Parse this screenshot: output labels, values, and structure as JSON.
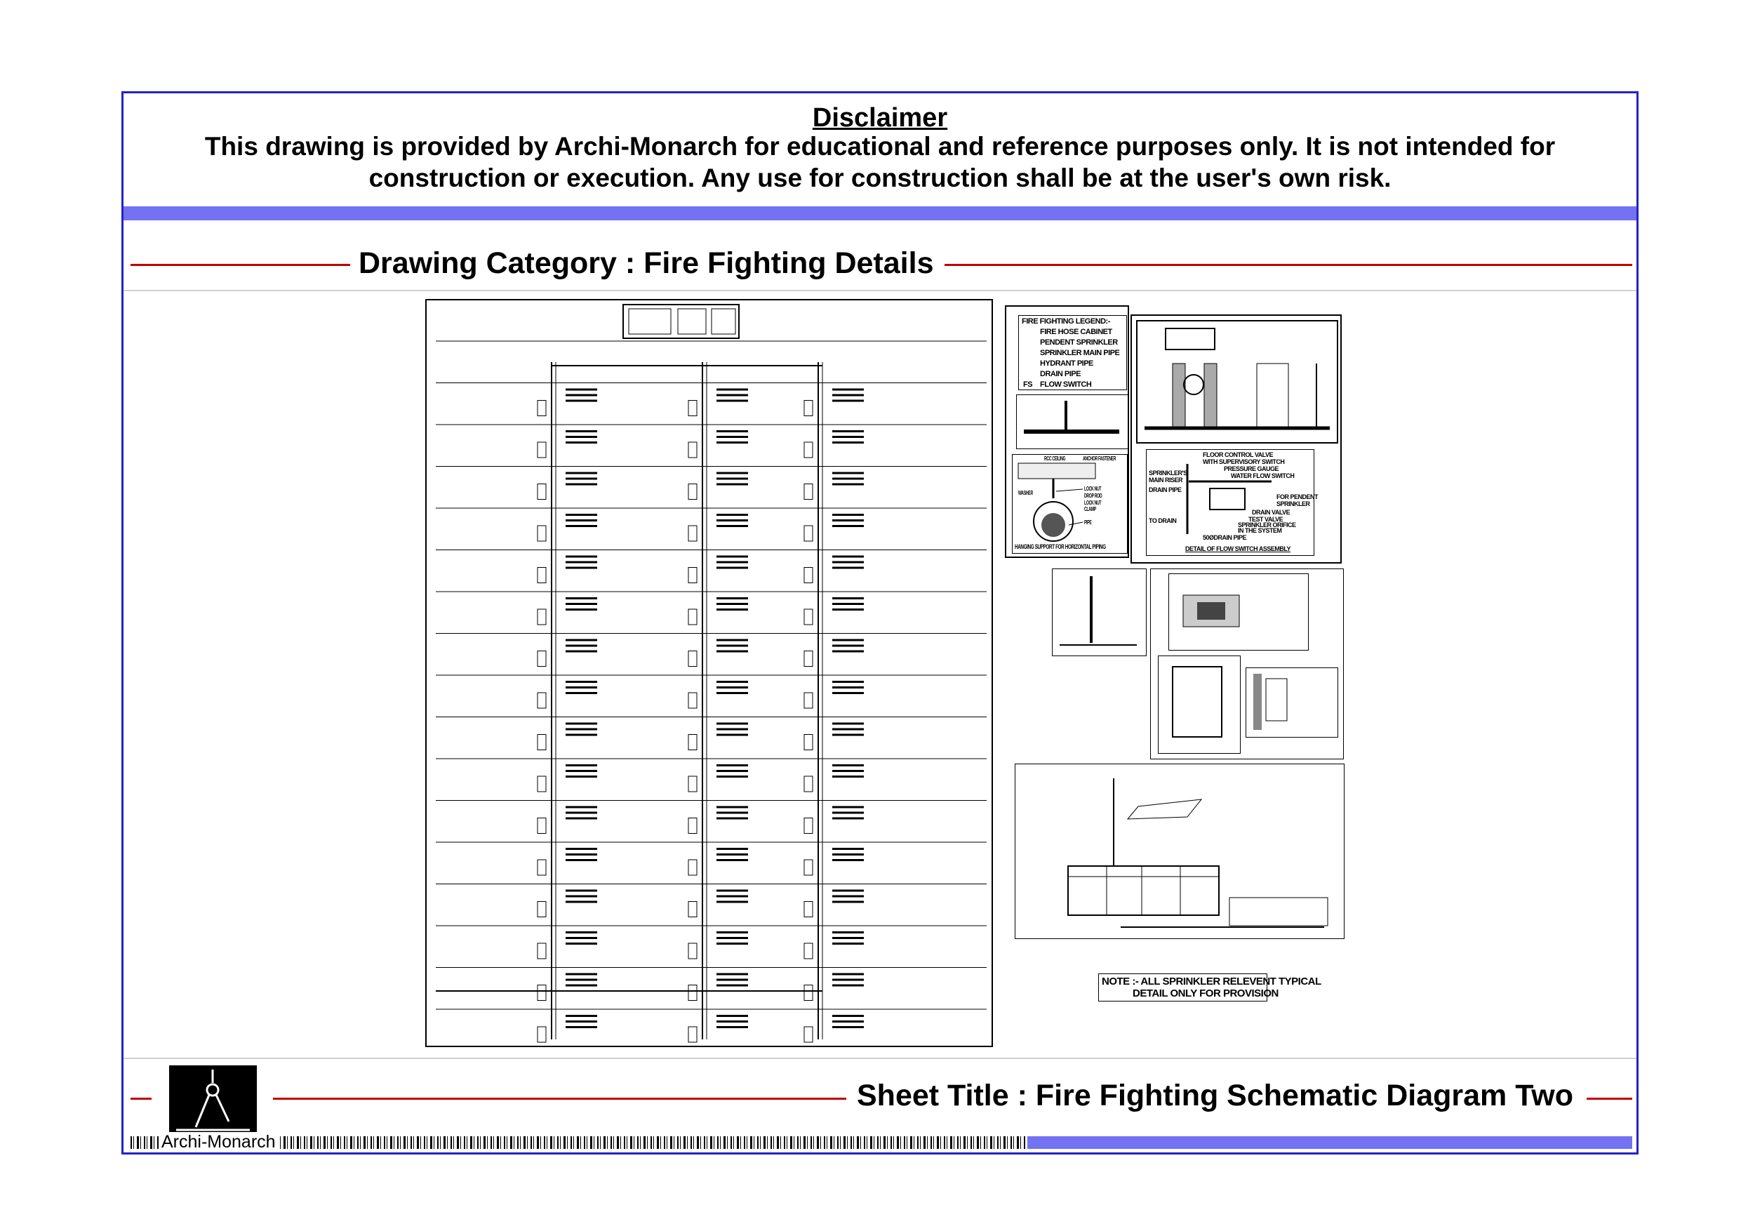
{
  "disclaimer": {
    "title": "Disclaimer",
    "line1": "This drawing is provided by Archi-Monarch for educational and reference purposes only. It is not intended for",
    "line2": "construction or execution. Any use for construction shall be at the user's own risk."
  },
  "category": {
    "label": "Drawing Category : Fire Fighting Details"
  },
  "sheet": {
    "label": "Sheet Title : Fire Fighting Schematic Diagram Two"
  },
  "logo": {
    "name": "Archi-Monarch"
  },
  "legend": {
    "title": "FIRE FIGHTING LEGEND:-",
    "items": [
      "FIRE HOSE CABINET",
      "PENDENT SPRINKLER",
      "SPRINKLER MAIN PIPE",
      "HYDRANT PIPE",
      "DRAIN PIPE",
      "FLOW SWITCH"
    ],
    "fs": "FS"
  },
  "hanging": {
    "title": "HANGING SUPPORT FOR HORIZONTAL PIPING",
    "labels": [
      "RCC CEILING",
      "ANCHOR FASTENER",
      "WASHER",
      "LOCK NUT",
      "DROP ROD",
      "LOCK NUT",
      "CLAMP",
      "PIPE"
    ]
  },
  "flow": {
    "title": "DETAIL OF FLOW SWITCH ASSEMBLY",
    "labels": [
      "FLOOR CONTROL VALVE",
      "WITH SUPERVISORY SWITCH",
      "PRESSURE GAUGE",
      "WATER FLOW SWITCH",
      "SPRINKLER'S",
      "MAIN RISER",
      "DRAIN PIPE",
      "FOR PENDENT",
      "SPRINKLER",
      "DRAIN VALVE",
      "TEST VALVE",
      "SPRINKLER ORIFICE",
      "IN THE SYSTEM",
      "TO DRAIN",
      "50ØDRAIN PIPE"
    ]
  },
  "note": {
    "line1": "NOTE :- ALL SPRINKLER RELEVENT TYPICAL",
    "line2": "DETAIL ONLY FOR PROVISION"
  },
  "colors": {
    "frame": "#2323c8",
    "bar": "#7272f2",
    "red": "#c00000"
  }
}
